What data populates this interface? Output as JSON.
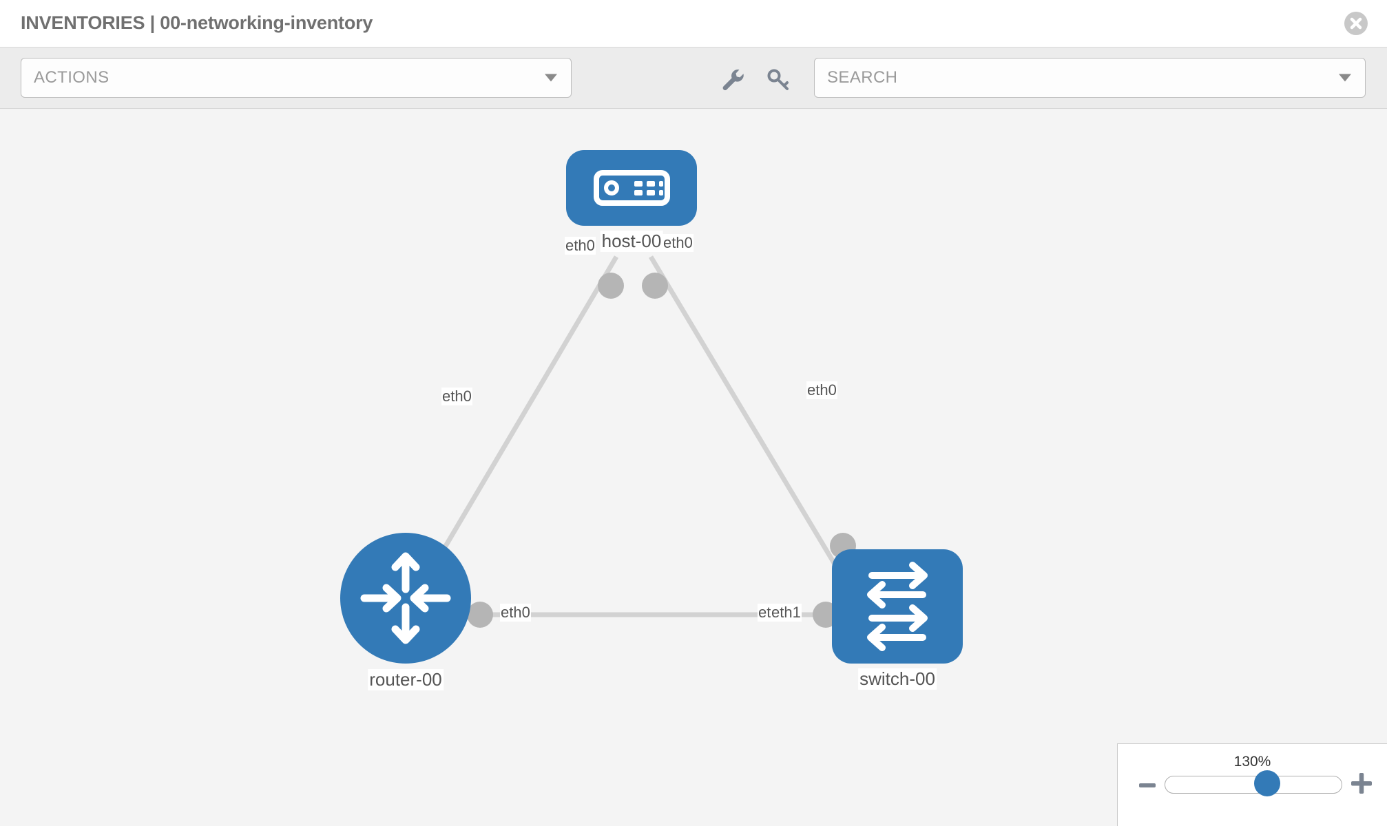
{
  "header": {
    "title": "INVENTORIES | 00-networking-inventory",
    "close_icon": "close-circle-icon"
  },
  "toolbar": {
    "actions_label": "ACTIONS",
    "actions_caret": "chevron-down-icon",
    "wrench_icon": "wrench-icon",
    "key_icon": "key-icon",
    "search_placeholder": "SEARCH",
    "search_caret": "chevron-down-icon"
  },
  "topology": {
    "nodes": [
      {
        "id": "host-00",
        "label": "host-00",
        "type": "host",
        "icon": "server-icon"
      },
      {
        "id": "router-00",
        "label": "router-00",
        "type": "router",
        "icon": "router-arrows-icon"
      },
      {
        "id": "switch-00",
        "label": "switch-00",
        "type": "switch",
        "icon": "switch-arrows-icon"
      }
    ],
    "links": [
      {
        "from": "host-00",
        "to": "router-00",
        "from_label": "eth0",
        "to_label": "eth0"
      },
      {
        "from": "host-00",
        "to": "switch-00",
        "from_label": "eth0",
        "to_label": "eth0"
      },
      {
        "from": "router-00",
        "to": "switch-00",
        "from_label": "eth0",
        "to_label_a": "eth",
        "to_label_b": "eth1"
      }
    ],
    "interface_labels": {
      "host_left": "eth0",
      "host_right": "eth0",
      "router_up": "eth0",
      "switch_up": "eth0",
      "router_right": "eth0",
      "switch_left_a": "eth",
      "switch_left_b": "eth1"
    }
  },
  "zoom_control": {
    "level": "130%",
    "minus_label": "zoom-out",
    "plus_label": "zoom-in",
    "slider_position_percent": 68
  },
  "colors": {
    "node_blue": "#337ab7",
    "port_gray": "#b5b5b5",
    "link_gray": "#d2d2d2",
    "canvas_bg": "#f4f4f4",
    "toolbar_bg": "#ececec",
    "title_gray": "#707070"
  }
}
